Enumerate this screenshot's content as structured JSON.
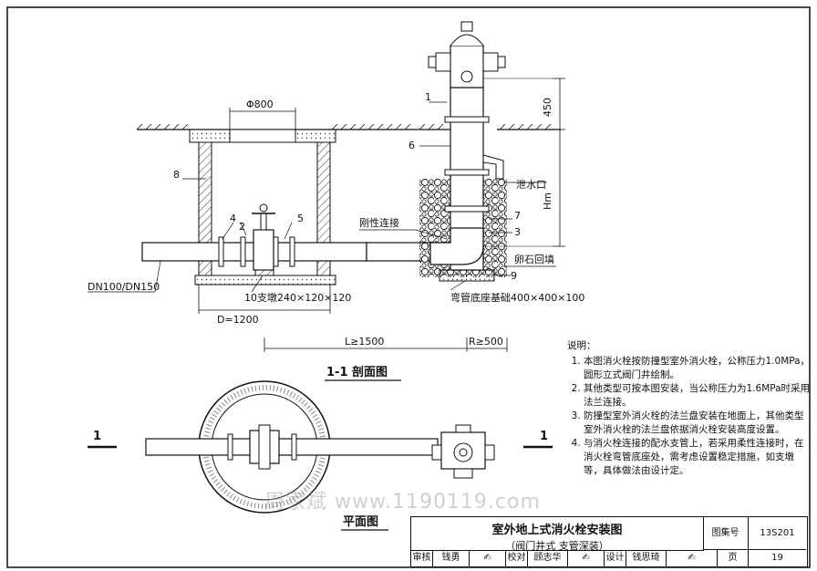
{
  "section_view": {
    "title": "1-1 剖面图",
    "dims": {
      "well_opening": "Φ800",
      "well_diameter": "D=1200",
      "dist_L": "L≥1500",
      "dist_R": "R≥500",
      "height_450": "450",
      "height_Hm": "Hm"
    },
    "labels": {
      "pipe_size": "DN100/DN150",
      "support": "支墩240×120×120",
      "rigid_joint": "刚性连接",
      "drain": "泄水口",
      "pebble": "卵石回填",
      "elbow_base": "弯管底座基础400×400×100"
    },
    "item_numbers": [
      "1",
      "2",
      "3",
      "4",
      "5",
      "6",
      "7",
      "8",
      "9",
      "10"
    ]
  },
  "plan_view": {
    "title": "平面图",
    "section_marker_left": "1",
    "section_marker_right": "1"
  },
  "notes": {
    "heading": "说明：",
    "items": [
      "本图消火栓按防撞型室外消火栓，公称压力1.0MPa，圆形立式阀门井绘制。",
      "其他类型可按本图安装，当公称压力为1.6MPa时采用法兰连接。",
      "防撞型室外消火栓的法兰盘安装在地面上，其他类型室外消火栓的法兰盘依据消火栓安装高度设置。",
      "与消火栓连接的配水支管上，若采用柔性连接时，在消火栓弯管底座处，需考虑设置稳定措施，如支墩等，具体做法由设计定。"
    ]
  },
  "title_block": {
    "title_line1": "室外地上式消火栓安装图",
    "title_line2": "（阀门井式  支管深装）",
    "atlas_label": "图集号",
    "atlas_no": "13S201",
    "review_label": "审核",
    "review_name": "钱勇",
    "check_label": "校对",
    "check_name": "顾志华",
    "design_label": "设计",
    "design_name": "钱思琦",
    "page_label": "页",
    "page_no": "19"
  },
  "watermark": "周家斌  www.1190119.com"
}
